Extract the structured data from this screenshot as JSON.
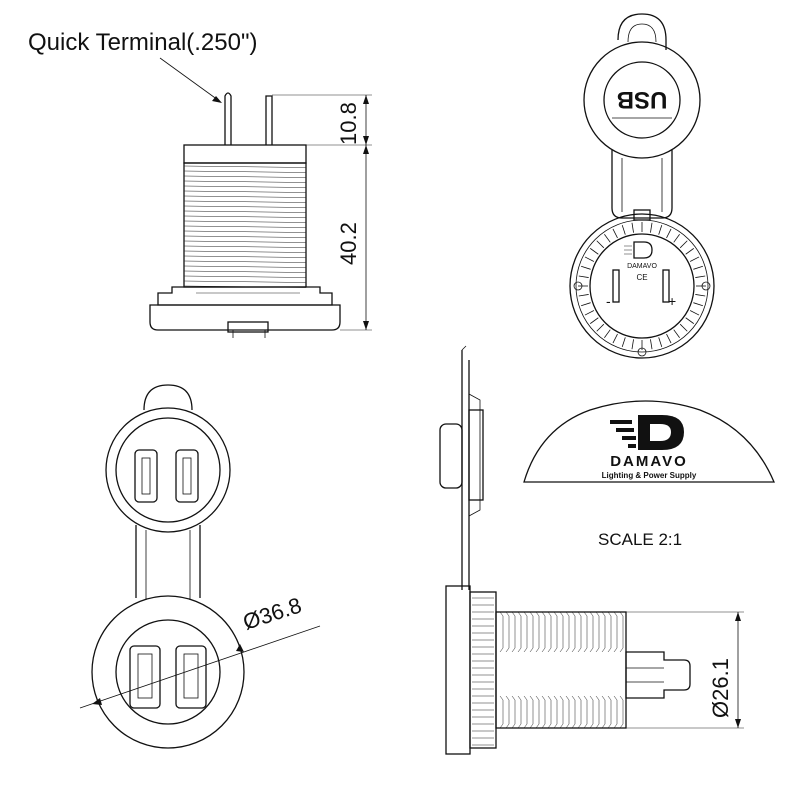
{
  "labels": {
    "quick_terminal": "Quick Terminal(.250\")",
    "dim_terminal_height": "10.8",
    "dim_body_height": "40.2",
    "dim_face_diameter": "Ø36.8",
    "dim_thread_diameter": "Ø26.1",
    "scale_note": "SCALE 2:1",
    "cap_badge": "USB",
    "mini_brand": "DAMAVO",
    "mini_cert": "CE"
  },
  "brand": {
    "name": "DAMAVO",
    "tagline": "Lighting & Power Supply",
    "logo_letter": "D"
  },
  "polarity": {
    "negative": "-",
    "positive": "+"
  },
  "colors": {
    "line": "#111111",
    "indicator": "#e02020",
    "background": "#ffffff"
  }
}
